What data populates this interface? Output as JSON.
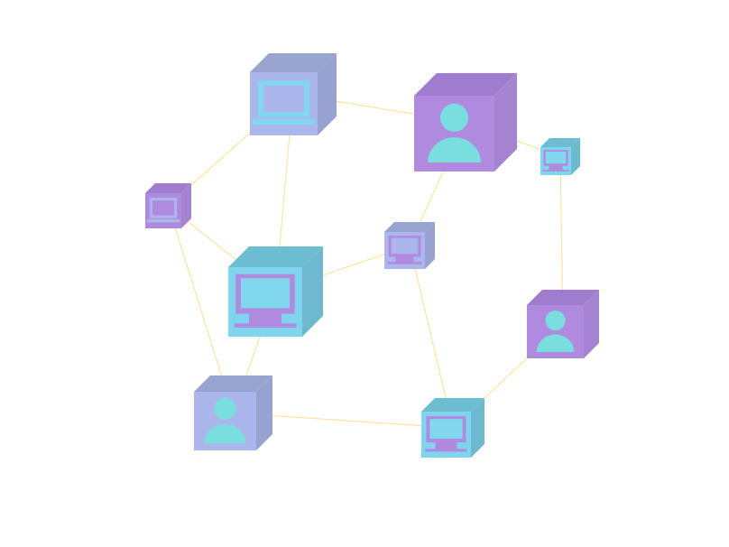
{
  "colors": {
    "background": "#ffffff",
    "edge": "#fde4a3",
    "purple": {
      "front": "#b08ade",
      "top": "#9f7ccd",
      "side": "#a483d1"
    },
    "lavender": {
      "front": "#abb6ec",
      "top": "#99a3cf",
      "side": "#98a2d0"
    },
    "teal": {
      "front": "#7fd4ee",
      "top": "#6cbdd1",
      "side": "#6fb9d0"
    },
    "icon_cyan": "#7bdede",
    "icon_screen": "#80d7ee"
  },
  "nodes": [
    {
      "id": "laptop-top",
      "icon": "laptop-icon",
      "color": "lavender"
    },
    {
      "id": "user-top-right",
      "icon": "user-icon",
      "color": "purple"
    },
    {
      "id": "desktop-far-right",
      "icon": "desktop-icon",
      "color": "teal"
    },
    {
      "id": "laptop-left",
      "icon": "laptop-icon",
      "color": "purple"
    },
    {
      "id": "desktop-center-small",
      "icon": "desktop-icon",
      "color": "lavender"
    },
    {
      "id": "desktop-center-large",
      "icon": "desktop-icon",
      "color": "teal"
    },
    {
      "id": "user-right",
      "icon": "user-icon",
      "color": "purple"
    },
    {
      "id": "user-bottom-left",
      "icon": "user-icon",
      "color": "lavender"
    },
    {
      "id": "desktop-bottom",
      "icon": "desktop-icon",
      "color": "teal"
    }
  ],
  "edges": [
    [
      "laptop-top",
      "user-top-right"
    ],
    [
      "laptop-top",
      "laptop-left"
    ],
    [
      "laptop-top",
      "desktop-center-large"
    ],
    [
      "user-top-right",
      "desktop-far-right"
    ],
    [
      "user-top-right",
      "desktop-center-small"
    ],
    [
      "desktop-far-right",
      "user-right"
    ],
    [
      "laptop-left",
      "desktop-center-large"
    ],
    [
      "laptop-left",
      "user-bottom-left"
    ],
    [
      "desktop-center-small",
      "desktop-center-large"
    ],
    [
      "desktop-center-small",
      "desktop-bottom"
    ],
    [
      "desktop-center-large",
      "user-bottom-left"
    ],
    [
      "user-right",
      "desktop-bottom"
    ],
    [
      "user-bottom-left",
      "desktop-bottom"
    ]
  ]
}
